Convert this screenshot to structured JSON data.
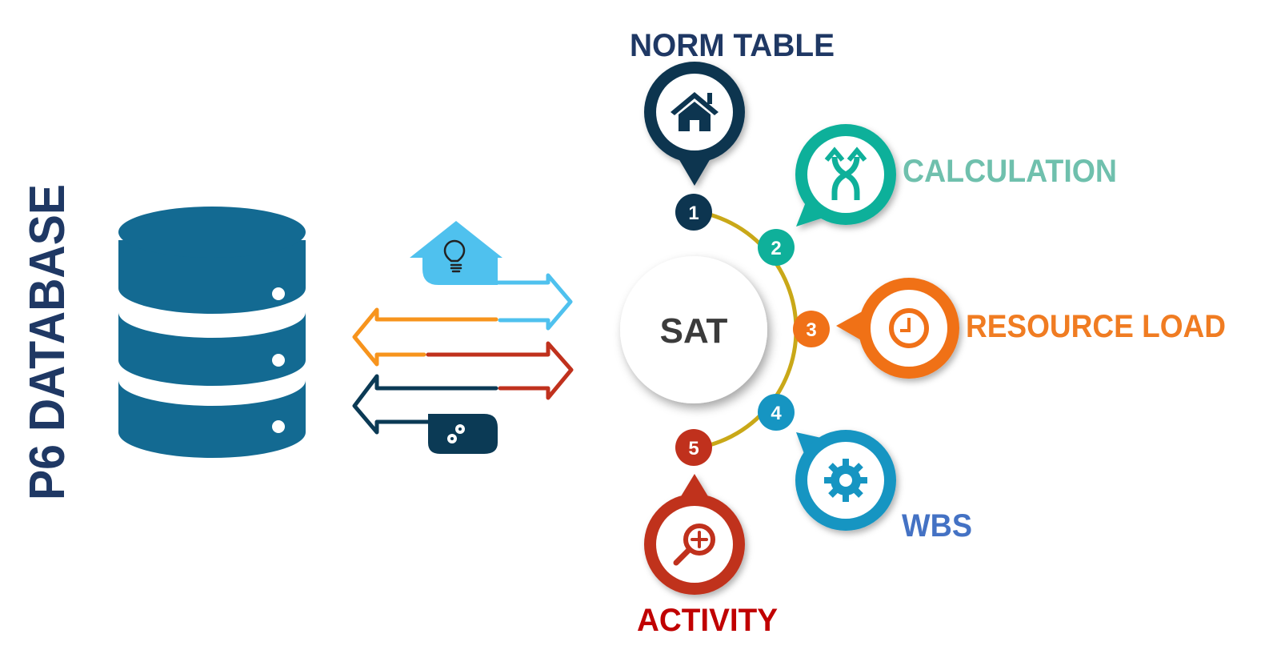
{
  "title": "P6 DATABASE",
  "center": {
    "label": "SAT"
  },
  "colors": {
    "title": "#1f3864",
    "database": "#136a92",
    "arc": "#c9a818",
    "light_blue": "#4fc1ee",
    "orange": "#f7941d",
    "red": "#c0311d",
    "navy": "#0b3a55"
  },
  "steps": [
    {
      "number": "1",
      "label": "NORM TABLE",
      "icon": "home-icon",
      "color": "#0d3550",
      "label_color": "#1f3864"
    },
    {
      "number": "2",
      "label": "CALCULATION",
      "icon": "merge-arrows-icon",
      "color": "#0fb09a",
      "label_color": "#6fc0ad"
    },
    {
      "number": "3",
      "label": "RESOURCE LOAD",
      "icon": "clock-icon",
      "color": "#f07118",
      "label_color": "#f07c22"
    },
    {
      "number": "4",
      "label": "WBS",
      "icon": "gear-icon",
      "color": "#1695c2",
      "label_color": "#4472c4"
    },
    {
      "number": "5",
      "label": "ACTIVITY",
      "icon": "zoom-in-icon",
      "color": "#c0311d",
      "label_color": "#c00000"
    }
  ],
  "flow_icons": [
    "lightbulb-icon",
    "gears-icon"
  ]
}
